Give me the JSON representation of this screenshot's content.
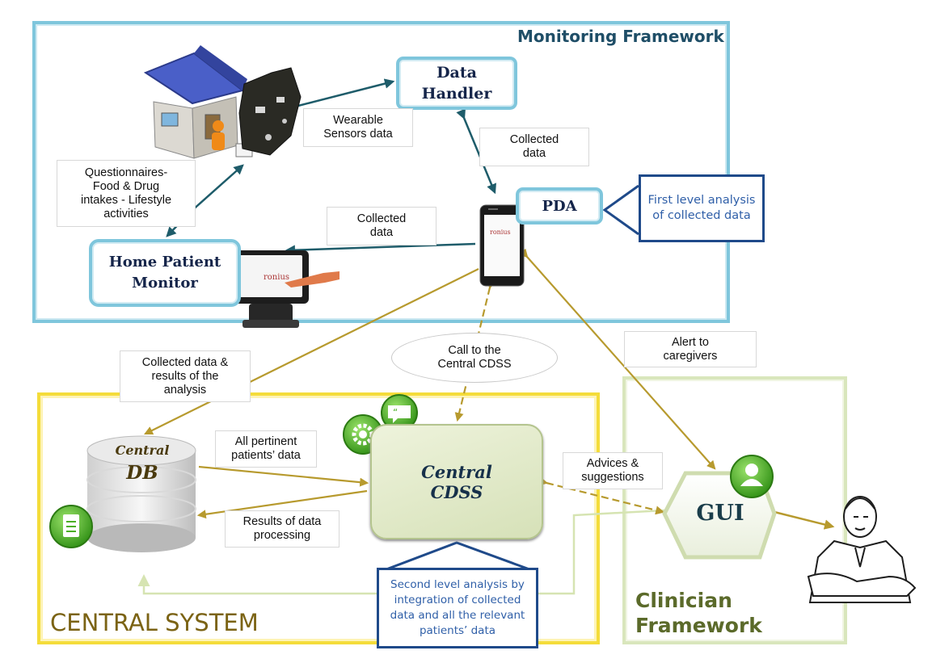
{
  "frames": {
    "monitoring": "Monitoring Framework",
    "central": "CENTRAL SYSTEM",
    "clinician_line1": "Clinician",
    "clinician_line2": "Framework"
  },
  "nodes": {
    "data_handler_line1": "Data",
    "data_handler_line2": "Handler",
    "home_patient_monitor_line1": "Home Patient",
    "home_patient_monitor_line2": "Monitor",
    "pda": "PDA",
    "central_db_line1": "Central",
    "central_db_line2": "DB",
    "central_cdss_line1": "Central",
    "central_cdss_line2": "CDSS",
    "gui": "GUI"
  },
  "labels": {
    "wearable": [
      "Wearable",
      "Sensors data"
    ],
    "collected_data_top": [
      "Collected",
      "data"
    ],
    "questionnaires": [
      "Questionnaires-",
      "Food & Drug",
      "intakes - Lifestyle",
      "activities"
    ],
    "collected_data_mid": [
      "Collected",
      "data"
    ],
    "collected_results": [
      "Collected data &",
      "results of the",
      "analysis"
    ],
    "call_cdss": [
      "Call to the",
      "Central CDSS"
    ],
    "alert": [
      "Alert to",
      "caregivers"
    ],
    "pertinent": [
      "All pertinent",
      "patients’ data"
    ],
    "results_processing": [
      "Results of data",
      "processing"
    ],
    "advices": [
      "Advices &",
      "suggestions"
    ]
  },
  "callouts": {
    "first_level": [
      "First level analysis",
      "of collected data"
    ],
    "second_level": [
      "Second level analysis by",
      "integration of collected",
      "data and all the relevant",
      "patients’ data"
    ]
  },
  "device_brand": "ronius",
  "colors": {
    "monitoring_border": "#7fc6dc",
    "central_border": "#f4dc3a",
    "clinician_border": "#d9e6bc",
    "arrow_dark": "#1e5c6a",
    "arrow_gold": "#b79a2e",
    "arrow_light_green": "#d6e4b2",
    "callout_border": "#1f4a8a",
    "icon_green": "#4caf26"
  }
}
